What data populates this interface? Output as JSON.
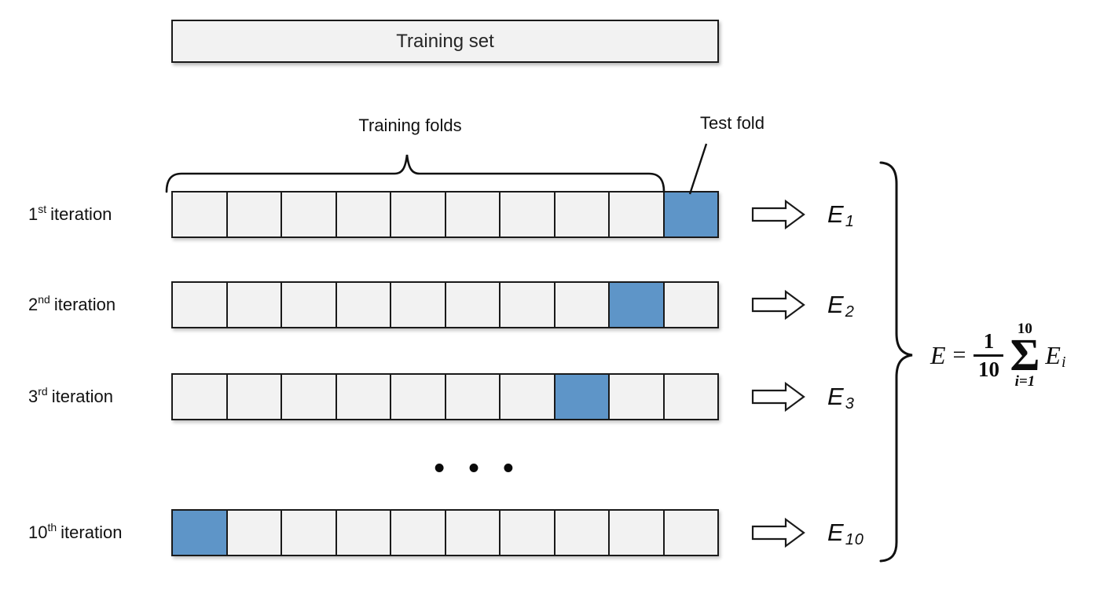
{
  "title_box": {
    "label": "Training set"
  },
  "annotations": {
    "training_folds": "Training folds",
    "test_fold": "Test fold",
    "ellipsis": "• • •"
  },
  "folds_per_row": 10,
  "iterations": [
    {
      "num": "1",
      "ord": "st",
      "word": "iteration",
      "test_fold_index": 9,
      "e_base": "E",
      "e_sub": "1"
    },
    {
      "num": "2",
      "ord": "nd",
      "word": "iteration",
      "test_fold_index": 8,
      "e_base": "E",
      "e_sub": "2"
    },
    {
      "num": "3",
      "ord": "rd",
      "word": "iteration",
      "test_fold_index": 7,
      "e_base": "E",
      "e_sub": "3"
    },
    {
      "num": "10",
      "ord": "th",
      "word": "iteration",
      "test_fold_index": 0,
      "e_base": "E",
      "e_sub": "10"
    }
  ],
  "formula": {
    "lhs": "E",
    "eq": "=",
    "frac_num": "1",
    "frac_den": "10",
    "sigma": "Σ",
    "sum_upper": "10",
    "sum_lower": "i=1",
    "term_base": "E",
    "term_sub": "i"
  },
  "colors": {
    "test_fold_blue": "#5e95c8",
    "cell_fill": "#f2f2f2",
    "line": "#1a1a1a"
  }
}
